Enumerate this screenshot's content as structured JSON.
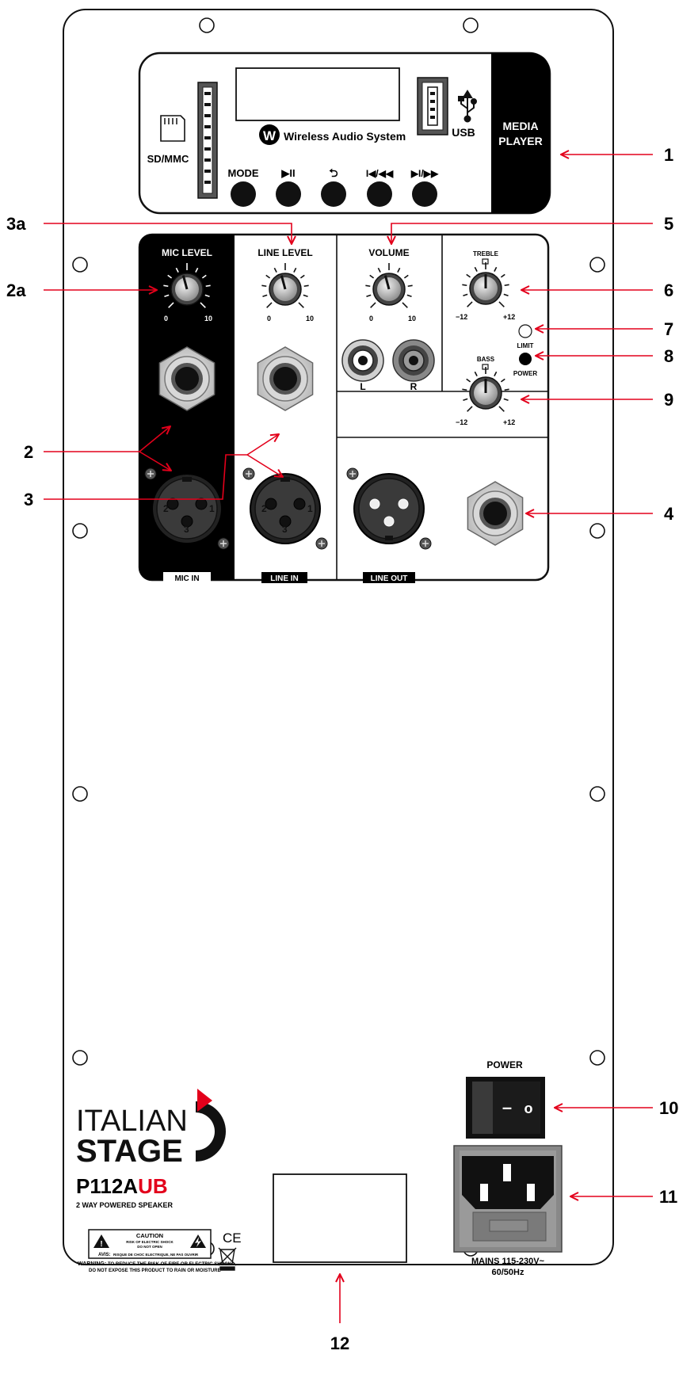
{
  "media_player": {
    "sd_label": "SD/MMC",
    "brand_line": "Wireless Audio System",
    "brand_badge": "W",
    "usb_label": "USB",
    "section_label_1": "MEDIA",
    "section_label_2": "PLAYER",
    "buttons": [
      "MODE",
      "▶II",
      "⮌",
      "I◀/◀◀",
      "▶I/▶▶"
    ]
  },
  "panel": {
    "mic_level": "MIC LEVEL",
    "line_level": "LINE LEVEL",
    "volume": "VOLUME",
    "treble": "TREBLE",
    "bass": "BASS",
    "limit": "LIMIT",
    "power_led": "POWER",
    "scale_min": "0",
    "scale_max": "10",
    "eq_min": "−12",
    "eq_max": "+12",
    "rca_left": "L",
    "rca_right": "R",
    "mic_in": "MIC IN",
    "line_in": "LINE IN",
    "line_out": "LINE OUT",
    "xlr_pins": [
      "2",
      "3",
      "1"
    ]
  },
  "brand": {
    "line1": "ITALIAN",
    "line2": "STAGE",
    "model_a": "P112A",
    "model_b": "UB",
    "tagline": "2 WAY POWERED SPEAKER",
    "model_color": "#000000",
    "model_accent": "#e3001b"
  },
  "warning": {
    "caution": "CAUTION",
    "caution_sub1": "RISK OF ELECTRIC SHOCK",
    "caution_sub2": "DO NOT OPEN",
    "avis": "AVIS:",
    "avis_text": "RISQUE DE CHOC ELECTRIQUE, NE PAS OUVRIR",
    "warning_label": "WARNING:",
    "warning_text1": "TO REDUCE THE RISK OF FIRE OR ELECTRIC SHOCK",
    "warning_text2": "DO NOT EXPOSE THIS PRODUCT TO RAIN OR MOISTURE",
    "ce": "CE"
  },
  "power": {
    "switch_label": "POWER",
    "switch_off": "–",
    "switch_on": "o",
    "mains_1": "MAINS 115-230V~",
    "mains_2": "60/50Hz"
  },
  "callouts": {
    "c1": "1",
    "c2": "2",
    "c2a": "2a",
    "c3": "3",
    "c3a": "3a",
    "c4": "4",
    "c5": "5",
    "c6": "6",
    "c7": "7",
    "c8": "8",
    "c9": "9",
    "c10": "10",
    "c11": "11",
    "c12": "12"
  },
  "colors": {
    "arrow": "#e3001b",
    "panel_black": "#000000"
  }
}
